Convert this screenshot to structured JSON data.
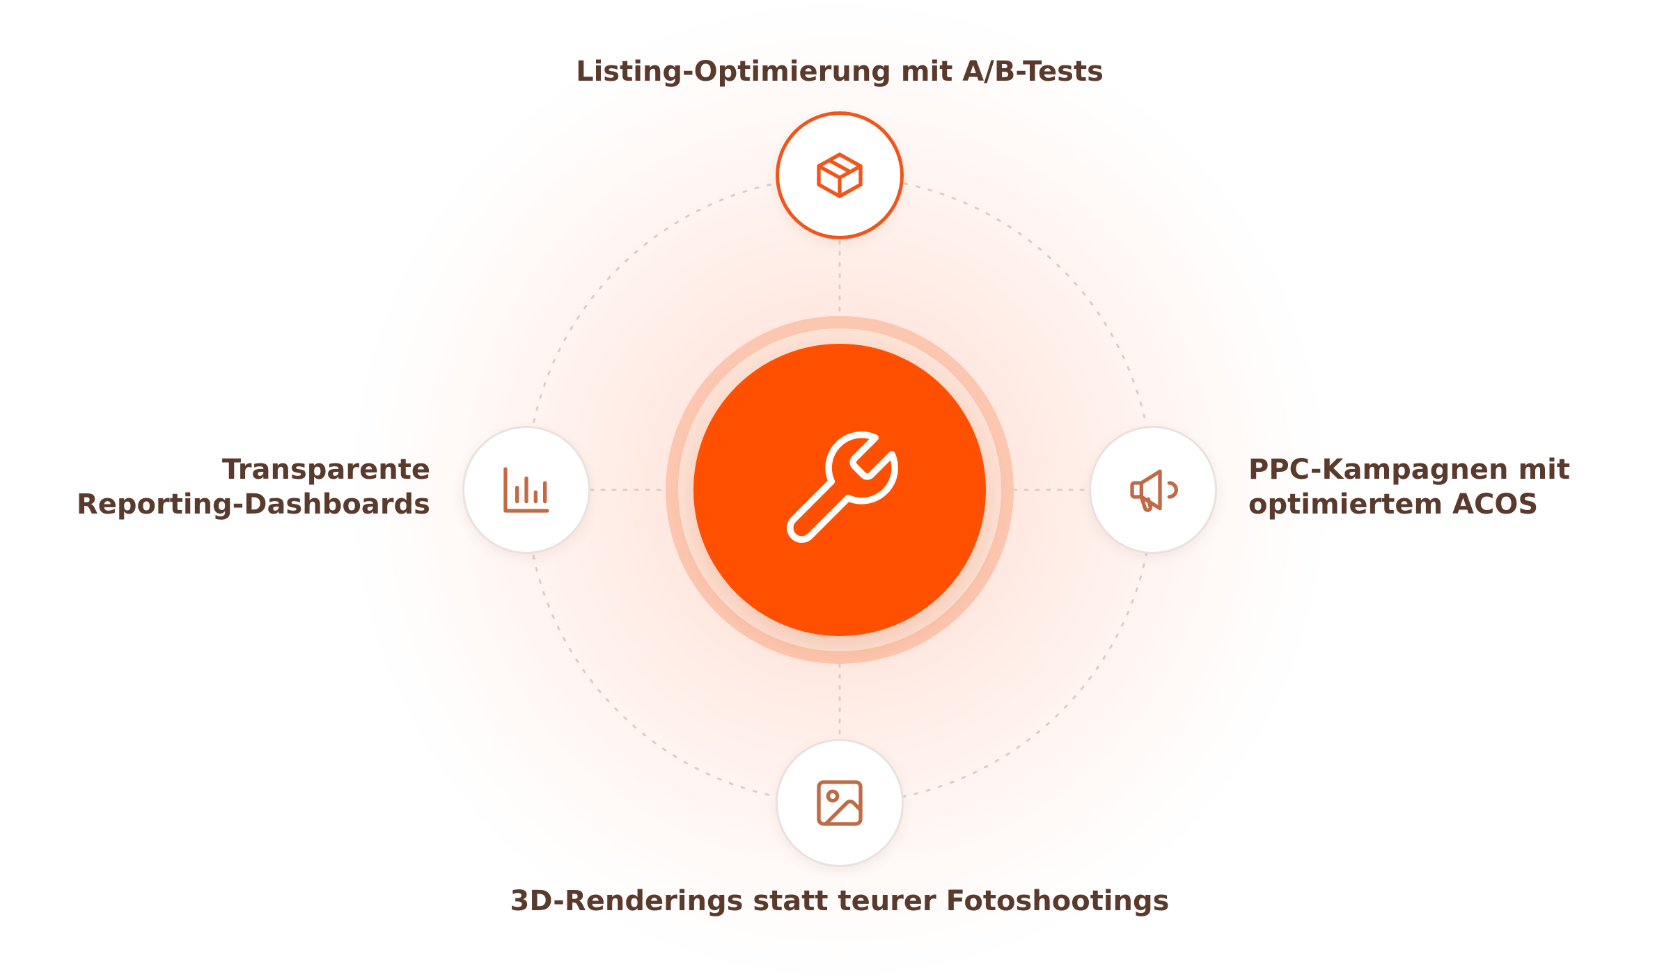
{
  "colors": {
    "accent": "#fe5000",
    "node_border": "#e9e2de",
    "active_border": "#f0561c",
    "icon_stroke": "#c06a46",
    "text": "#5a3a2c",
    "connector": "#d9cfca"
  },
  "hub": {
    "icon": "wrench-icon"
  },
  "nodes": {
    "top": {
      "icon": "box-icon",
      "label": "Listing-Optimierung mit A/B-Tests",
      "active": true
    },
    "left": {
      "icon": "bar-chart-icon",
      "label_line1": "Transparente",
      "label_line2": "Reporting-Dashboards"
    },
    "right": {
      "icon": "megaphone-icon",
      "label_line1": "PPC-Kampagnen mit",
      "label_line2": "optimiertem ACOS"
    },
    "bottom": {
      "icon": "image-icon",
      "label": "3D-Renderings statt teurer Fotoshootings"
    }
  }
}
